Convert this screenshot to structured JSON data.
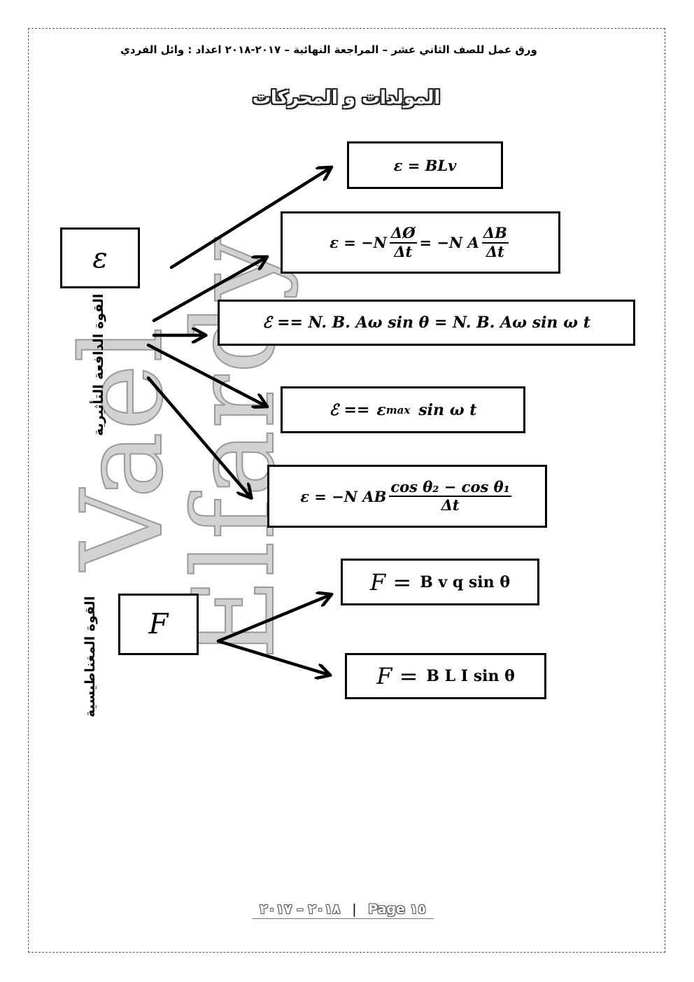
{
  "header": {
    "text": "ورق عمل للصف الثاني عشر – المراجعة النهائية – ٢٠١٧-٢٠١٨ اعداد : وائل الفردي"
  },
  "title": "المولدات و المحركات",
  "watermark": "Vael Elfardy",
  "emf_section": {
    "symbol": "ε",
    "label": "القوة الدافعة التأثيرية",
    "formulas": [
      {
        "id": "motional",
        "text": "ε = BLv"
      },
      {
        "id": "faraday",
        "lhs": "ε = −N",
        "frac1_num": "ΔØ",
        "frac1_den": "Δt",
        "mid": "= −N A",
        "frac2_num": "ΔB",
        "frac2_den": "Δt"
      },
      {
        "id": "rotating-coil",
        "text": "ℰ == N. B. Aω sin θ = N. B. Aω sin ω t"
      },
      {
        "id": "max-emf",
        "lhs": "ℰ ==",
        "sym": "ε",
        "sub": "max",
        "rhs": "sin ω t"
      },
      {
        "id": "angle-change",
        "lhs": "ε = −N AB",
        "num": "cos θ₂ − cos θ₁",
        "den": "Δt"
      }
    ]
  },
  "force_section": {
    "symbol": "F",
    "label": "القوة المغناطيسية",
    "formulas": [
      {
        "id": "charge-force",
        "lhs": "F =",
        "rhs": "B v q sin θ"
      },
      {
        "id": "wire-force",
        "lhs": "F =",
        "rhs": "B L I sin θ"
      }
    ]
  },
  "footer": {
    "years": "٢٠١٨ – ٢٠١٧",
    "page_label": "Page",
    "page_number": "١٥"
  }
}
